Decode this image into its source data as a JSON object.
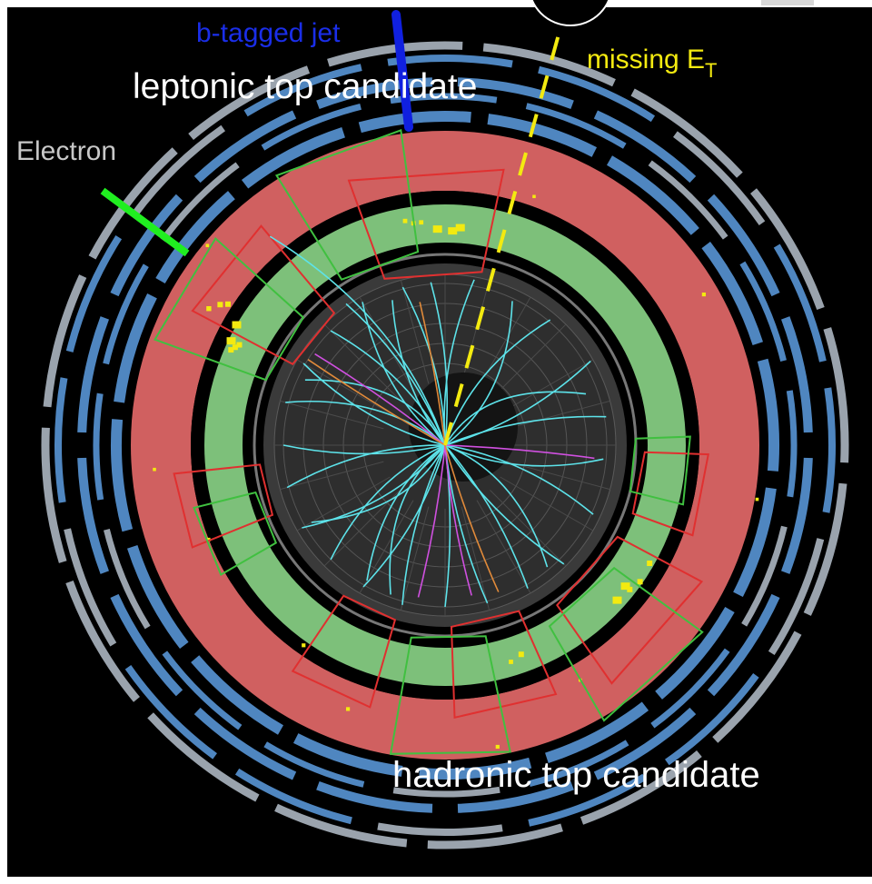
{
  "labels": {
    "b_tagged_jet": "b-tagged jet",
    "leptonic_top": "leptonic top candidate",
    "electron": "Electron",
    "missing_et_main": "missing E",
    "missing_et_sub": "T",
    "hadronic_top": "hadronic top candidate"
  },
  "colors": {
    "background": "#000000",
    "frame": "#ffffff",
    "muon_chambers": "#4f86c0",
    "muon_chambers_light": "#9aa3ad",
    "hadronic_calorimeter": "#d06060",
    "em_calorimeter": "#7dc07a",
    "inner_detector": "#3c3c3c",
    "tracks": "#5de3ea",
    "tracks_magenta": "#d050e0",
    "tracks_orange": "#e08a3a",
    "jet_cone_red": "#e03030",
    "jet_cone_green": "#40c040",
    "energy_deposits": "#f3ea10",
    "b_jet": "#1020e0",
    "electron_track": "#20ee20",
    "missing_et": "#f3ea10",
    "label_white": "#ffffff",
    "label_grey": "#c8c8c8",
    "label_blue": "#1a2ee8",
    "label_yellow": "#f3ea10"
  }
}
